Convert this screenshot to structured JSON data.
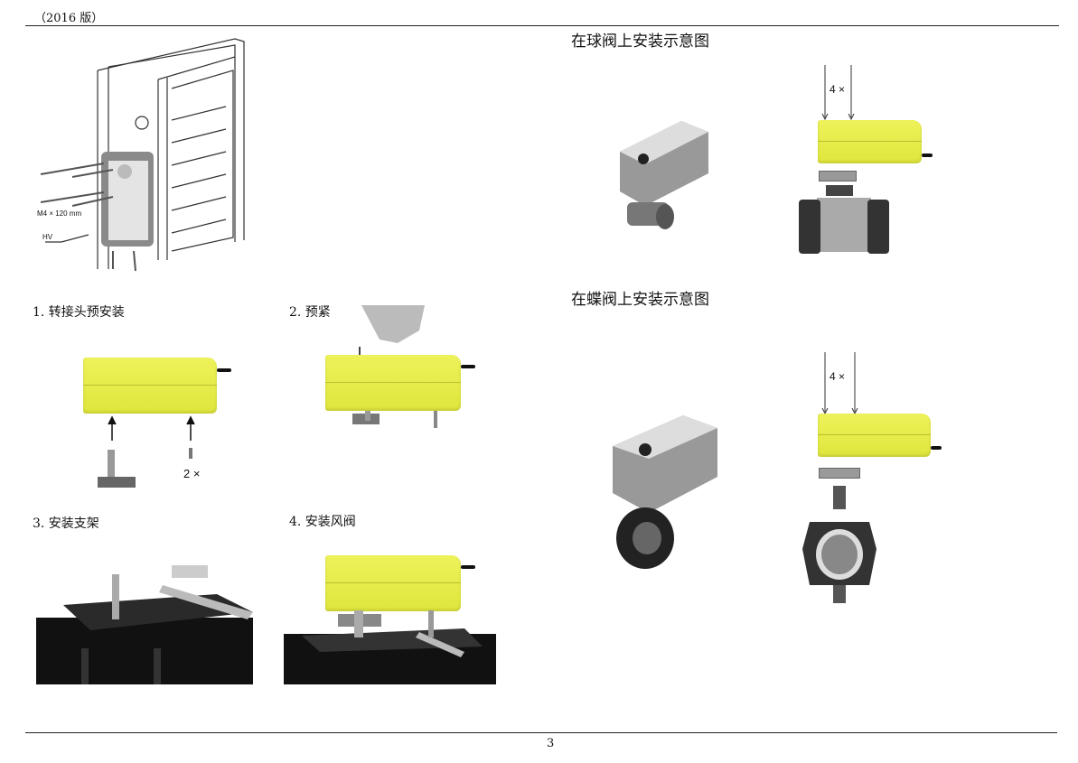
{
  "header": {
    "edition": "（2016 版）"
  },
  "damper_figure": {
    "screw_label": "M4 × 120 mm",
    "hv_label": "HV"
  },
  "steps": [
    {
      "label": "1. 转接头预安装",
      "count_label": "2 ×"
    },
    {
      "label": "2. 预紧"
    },
    {
      "label": "3. 安装支架"
    },
    {
      "label": "4. 安装风阀"
    }
  ],
  "ball_valve": {
    "title": "在球阀上安装示意图",
    "count_label": "4 ×"
  },
  "butterfly_valve": {
    "title": "在蝶阀上安装示意图",
    "count_label": "4 ×"
  },
  "colors": {
    "actuator": "#e6ec48"
  },
  "footer": {
    "page_number": "3"
  }
}
